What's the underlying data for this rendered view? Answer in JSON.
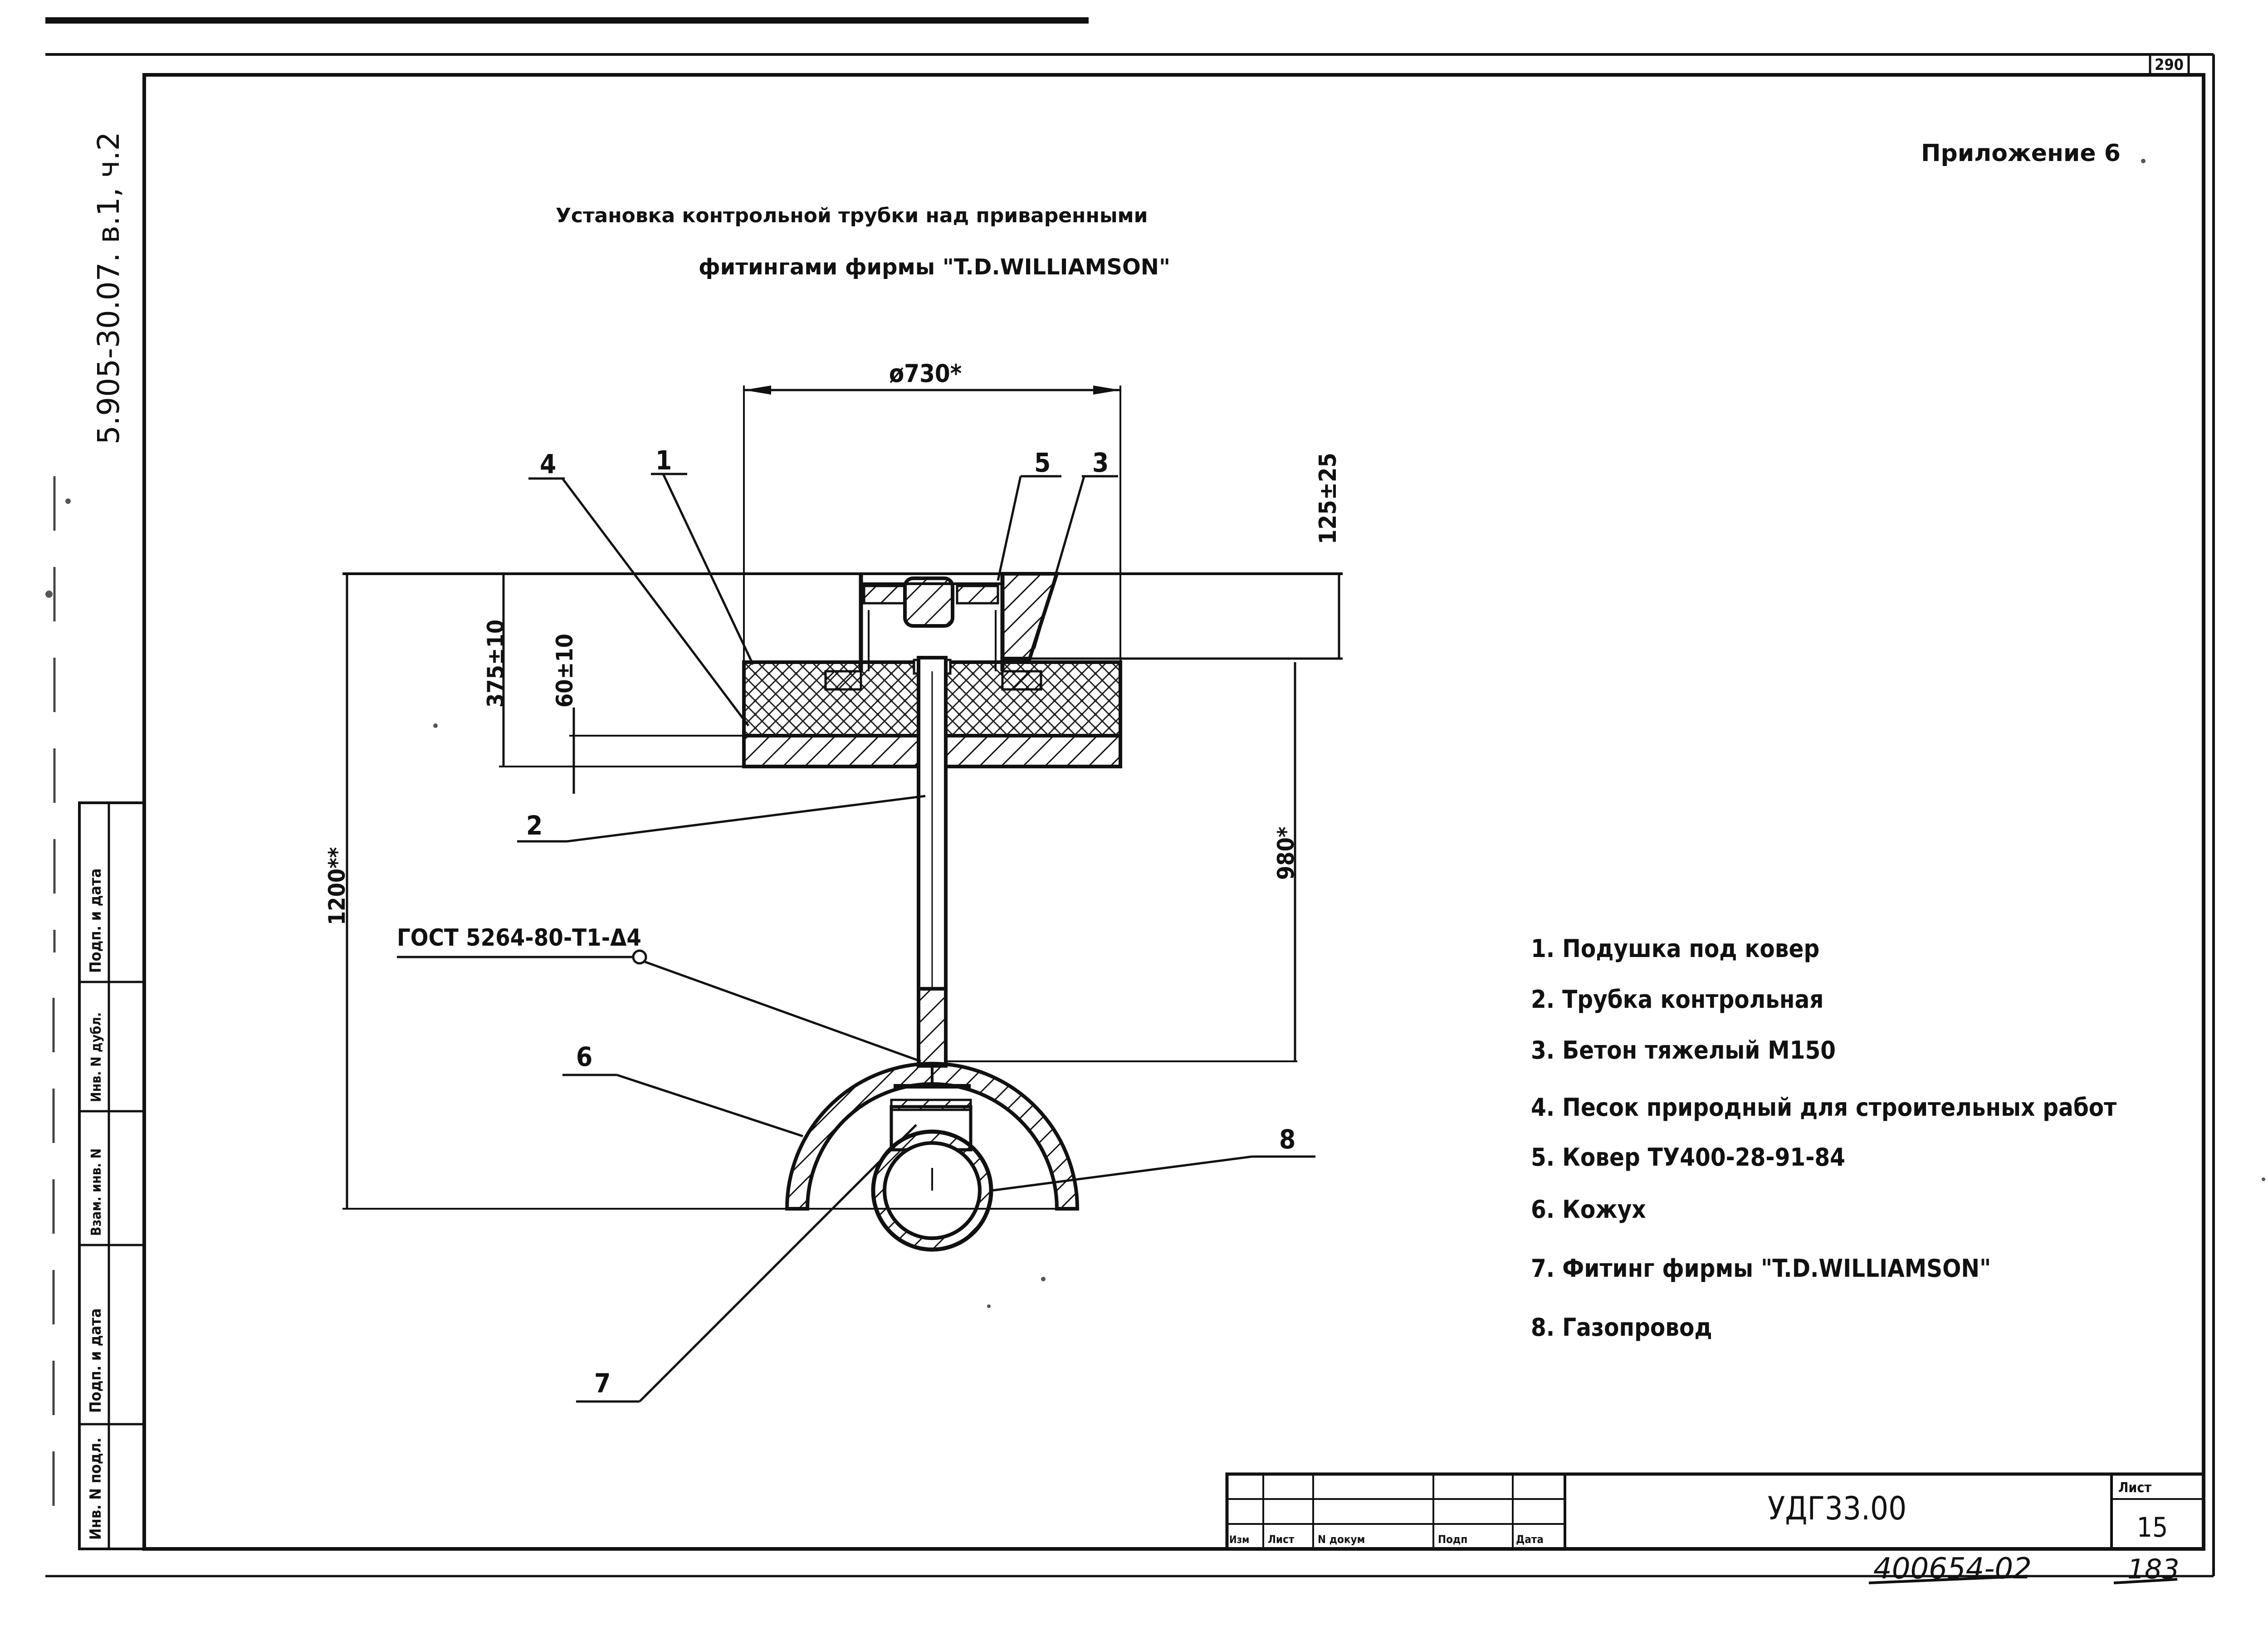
{
  "doc": {
    "appendix": "Приложение 6",
    "sheet_corner": "290",
    "series_code": "5.905-30.07. в.1, ч.2",
    "title_line1": "Установка контрольной трубки над приваренными",
    "title_line2": "фитингами фирмы \"T.D.WILLIAMSON\""
  },
  "dimensions": {
    "diameter": "ø730*",
    "cover_top": "125±25",
    "pad_depth": "375±10",
    "sand_depth": "60±10",
    "total_depth": "1200**",
    "tube_length": "980*",
    "weld": "ГОСТ 5264-80-Т1-Δ4"
  },
  "callouts": [
    "1",
    "2",
    "3",
    "4",
    "5",
    "6",
    "7",
    "8"
  ],
  "legend": [
    "1. Подушка под ковер",
    "2. Трубка контрольная",
    "3. Бетон тяжелый М150",
    "4. Песок природный для строительных работ",
    "5. Ковер ТУ400-28-91-84",
    "6. Кожух",
    "7. Фитинг фирмы \"T.D.WILLIAMSON\"",
    "8. Газопровод"
  ],
  "left_strip": [
    "Инв. N подл.",
    "Подп. и дата",
    "Взам. инв. N",
    "Инв. N дубл.",
    "Подп. и дата"
  ],
  "title_block": {
    "headers": [
      "Изм",
      "Лист",
      "N докум",
      "Подп",
      "Дата"
    ],
    "code": "УДГ33.00",
    "sheet_label": "Лист",
    "sheet_num": "15",
    "archive": "400654-02",
    "page": "183"
  }
}
